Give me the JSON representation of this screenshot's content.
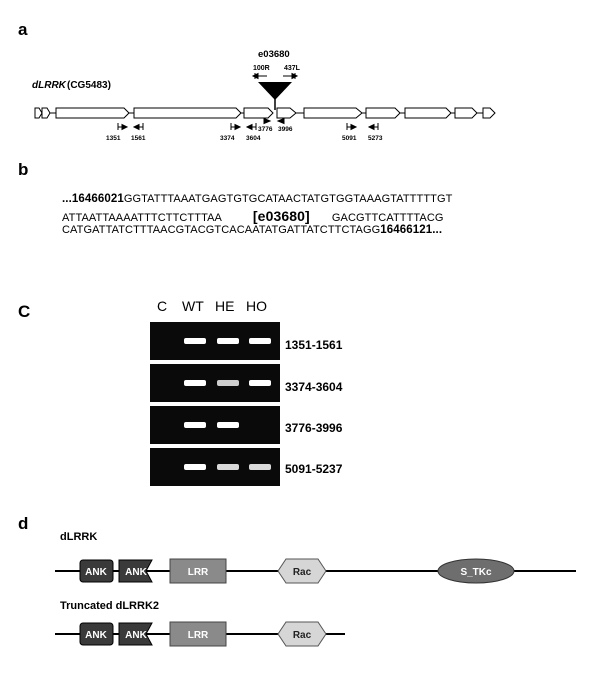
{
  "panels": {
    "a": {
      "letter": "a",
      "gene_name": "dLRRK",
      "gene_id": " (CG5483)",
      "insertion_name": "e03680",
      "insertion_primers": [
        "100R",
        "437L"
      ],
      "primer_labels": [
        "1351",
        "1561",
        "3374",
        "3604",
        "3776",
        "3996",
        "5091",
        "5273"
      ]
    },
    "b": {
      "letter": "b",
      "line1_prefix": "...16466021",
      "line1_seq": "GGTATTTAAATGAGTGTGCATAACTATGTGGTAAAGTATTTTTGT",
      "line2_left": "ATTAATTAAAATTTCTTCTTTAA",
      "line2_insert": "[e03680]",
      "line2_right": "GACGTTCATTTTACG",
      "line3_seq": "CATGATTATCTTTAACGTACGTCACAATATGATTATCTTCTAGG",
      "line3_suffix": "16466121..."
    },
    "c": {
      "letter": "C",
      "lanes": [
        "C",
        "WT",
        "HE",
        "HO"
      ],
      "gels": [
        {
          "label": "1351-1561",
          "bands": [
            0,
            1,
            1,
            1
          ]
        },
        {
          "label": "3374-3604",
          "bands": [
            0,
            1,
            0.8,
            1
          ]
        },
        {
          "label": "3776-3996",
          "bands": [
            0,
            1,
            1,
            0
          ]
        },
        {
          "label": "5091-5237",
          "bands": [
            0,
            1,
            0.85,
            0.85
          ]
        }
      ]
    },
    "d": {
      "letter": "d",
      "full_title": "dLRRK",
      "truncated_title": "Truncated dLRRK2",
      "domains": {
        "ank": "ANK",
        "lrr": "LRR",
        "rac": "Rac",
        "stkc": "S_TKc"
      }
    }
  }
}
